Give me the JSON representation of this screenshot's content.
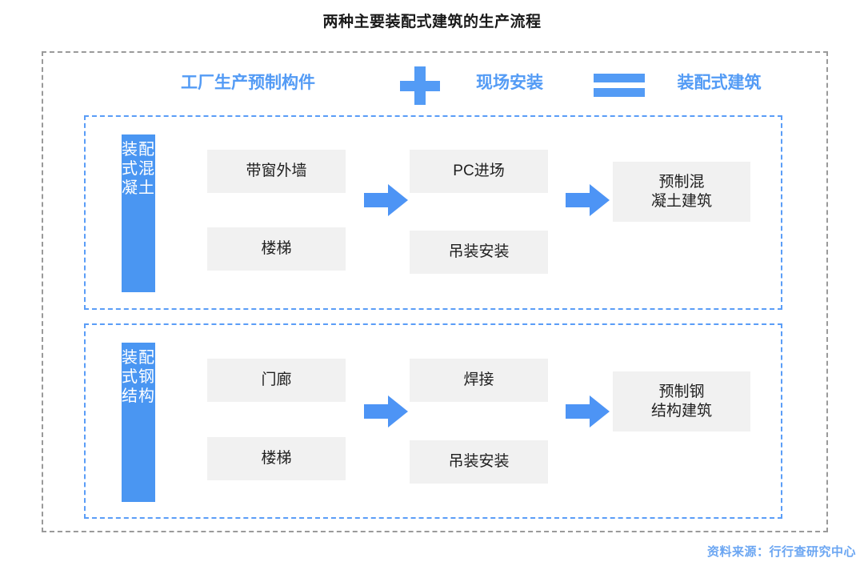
{
  "title": "两种主要装配式建筑的生产流程",
  "equation": {
    "term_1": "工厂生产预制构件",
    "operator_plus": "plus-icon",
    "term_2": "现场安装",
    "operator_equals": "equals-icon",
    "term_3": "装配式建筑"
  },
  "sections": [
    {
      "vertical_label": "装配式混凝土",
      "factory_items": [
        "带窗外墙",
        "楼梯"
      ],
      "site_items": [
        "PC进场",
        "吊装安装"
      ],
      "result_line_1": "预制混",
      "result_line_2": "凝土建筑"
    },
    {
      "vertical_label": "装配式钢结构",
      "factory_items": [
        "门廊",
        "楼梯"
      ],
      "site_items": [
        "焊接",
        "吊装安装"
      ],
      "result_line_1": "预制钢",
      "result_line_2": "结构建筑"
    }
  ],
  "source": "资料来源：行行查研究中心",
  "colors": {
    "accent_blue": "#539bf5",
    "label_blue": "#4a96f2",
    "arrow_blue": "#4d94f5",
    "box_gray": "#f1f1f1",
    "outer_border_gray": "#9a9a9a",
    "section_border_blue": "#5a9df7",
    "title_black": "#1a1a1a",
    "source_blue": "#6ba6f2"
  },
  "chart_data": {
    "type": "diagram",
    "title": "两种主要装配式建筑的生产流程",
    "equation": [
      "工厂生产预制构件",
      "+",
      "现场安装",
      "=",
      "装配式建筑"
    ],
    "flows": [
      {
        "category": "装配式混凝土",
        "stage_factory": [
          "带窗外墙",
          "楼梯"
        ],
        "stage_site": [
          "PC进场",
          "吊装安装"
        ],
        "output": "预制混凝土建筑"
      },
      {
        "category": "装配式钢结构",
        "stage_factory": [
          "门廊",
          "楼梯"
        ],
        "stage_site": [
          "焊接",
          "吊装安装"
        ],
        "output": "预制钢结构建筑"
      }
    ],
    "source": "资料来源：行行查研究中心"
  }
}
